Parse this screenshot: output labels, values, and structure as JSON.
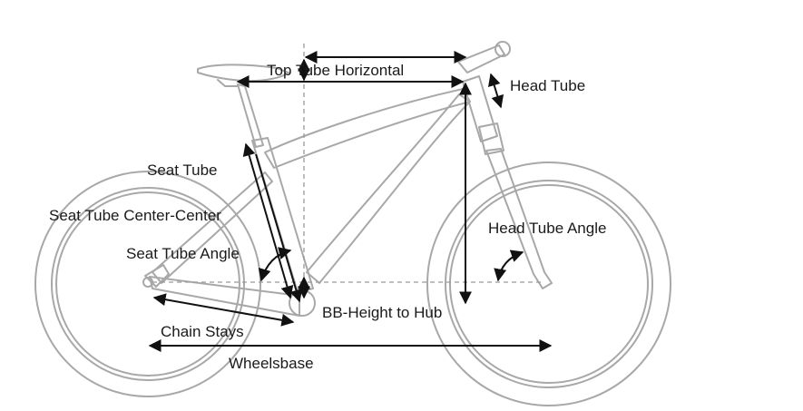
{
  "labels": {
    "top_tube_horizontal": "Top Tube Horizontal",
    "head_tube": "Head Tube",
    "seat_tube": "Seat Tube",
    "seat_tube_center_center": "Seat Tube Center-Center",
    "head_tube_angle": "Head Tube Angle",
    "seat_tube_angle": "Seat Tube Angle",
    "bb_height_to_hub": "BB-Height to Hub",
    "chain_stays": "Chain Stays",
    "wheelsbase": "Wheelsbase"
  },
  "colors": {
    "bike_outline": "#a8a8a8",
    "dimension_lines": "#111111",
    "text": "#1a1a1a"
  }
}
